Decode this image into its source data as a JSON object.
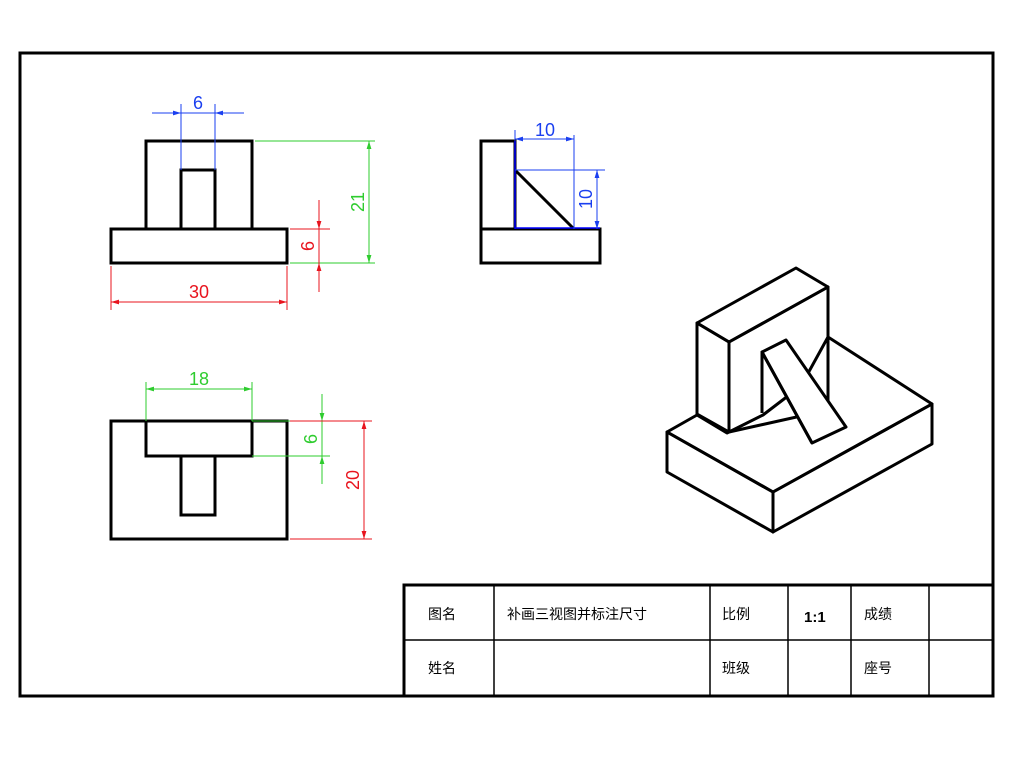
{
  "colors": {
    "outline": "#000000",
    "dim_blue": "#1a3ff0",
    "dim_green": "#2ecc2e",
    "dim_red": "#e8141e",
    "hidden": "#0000ff"
  },
  "dimensions": {
    "front_slot_width": "6",
    "front_total_height": "21",
    "front_base_height": "6",
    "front_base_width": "30",
    "side_rib_width": "10",
    "side_rib_height": "10",
    "top_upright_width": "18",
    "top_upright_depth": "6",
    "top_total_depth": "20"
  },
  "title_block": {
    "drawing_name_label": "图名",
    "drawing_name": "补画三视图并标注尺寸",
    "scale_label": "比例",
    "scale": "1:1",
    "grade_label": "成绩",
    "grade": "",
    "student_name_label": "姓名",
    "student_name": "",
    "class_label": "班级",
    "class": "",
    "seat_label": "座号",
    "seat": ""
  }
}
